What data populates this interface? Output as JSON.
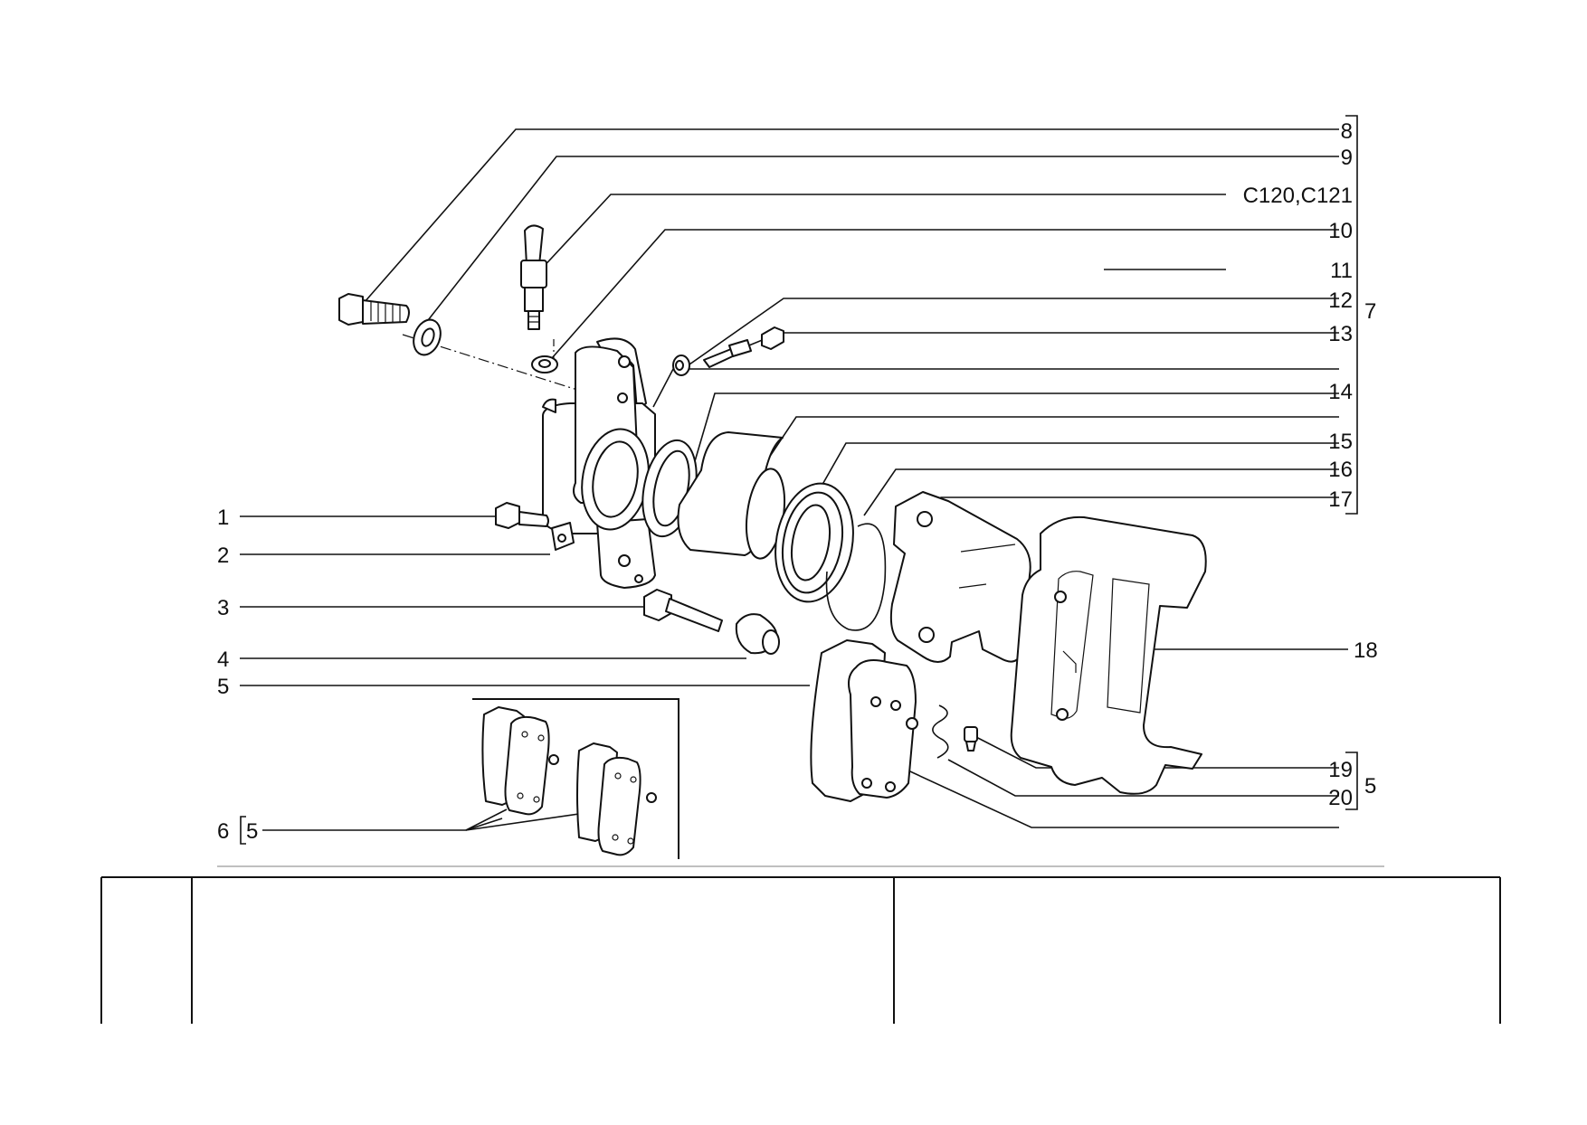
{
  "callouts": {
    "c1": "1",
    "c2": "2",
    "c3": "3",
    "c4": "4",
    "c5": "5",
    "c6": "6",
    "c6_sub": "5",
    "c7": "7",
    "c8": "8",
    "c9": "9",
    "c_sensor": "C120,C121",
    "c10": "10",
    "c11": "11",
    "c12": "12",
    "c13": "13",
    "c14": "14",
    "c15": "15",
    "c16": "16",
    "c17": "17",
    "c18": "18",
    "c19": "19",
    "c20": "20",
    "c19_20_group": "5"
  }
}
